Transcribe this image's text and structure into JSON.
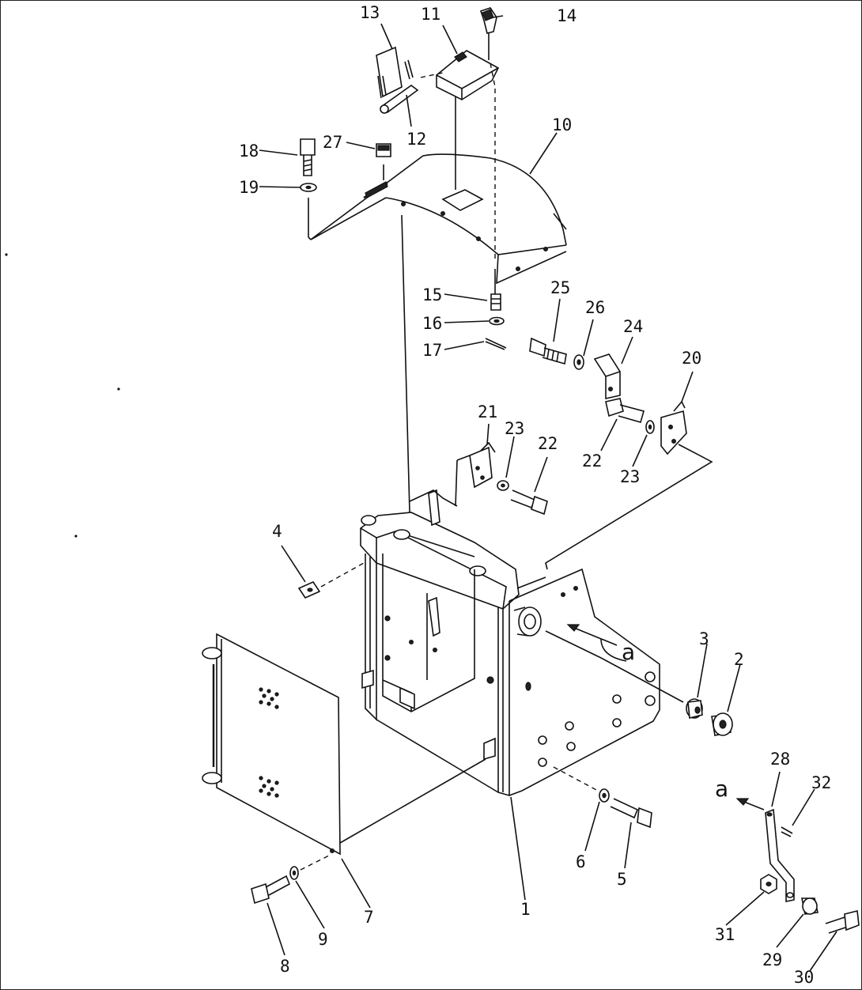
{
  "drawing": {
    "callouts": [
      {
        "id": "c13",
        "text": "13"
      },
      {
        "id": "c11",
        "text": "11"
      },
      {
        "id": "c14",
        "text": "14"
      },
      {
        "id": "c12",
        "text": "12"
      },
      {
        "id": "c10",
        "text": "10"
      },
      {
        "id": "c18",
        "text": "18"
      },
      {
        "id": "c27",
        "text": "27"
      },
      {
        "id": "c19",
        "text": "19"
      },
      {
        "id": "c15",
        "text": "15"
      },
      {
        "id": "c16",
        "text": "16"
      },
      {
        "id": "c17",
        "text": "17"
      },
      {
        "id": "c25",
        "text": "25"
      },
      {
        "id": "c26",
        "text": "26"
      },
      {
        "id": "c24",
        "text": "24"
      },
      {
        "id": "c20",
        "text": "20"
      },
      {
        "id": "c21",
        "text": "21"
      },
      {
        "id": "c23a",
        "text": "23"
      },
      {
        "id": "c22a",
        "text": "22"
      },
      {
        "id": "c22b",
        "text": "22"
      },
      {
        "id": "c23b",
        "text": "23"
      },
      {
        "id": "c4",
        "text": "4"
      },
      {
        "id": "c3",
        "text": "3"
      },
      {
        "id": "c2",
        "text": "2"
      },
      {
        "id": "c28",
        "text": "28"
      },
      {
        "id": "c32",
        "text": "32"
      },
      {
        "id": "c6",
        "text": "6"
      },
      {
        "id": "c5",
        "text": "5"
      },
      {
        "id": "c7",
        "text": "7"
      },
      {
        "id": "c1",
        "text": "1"
      },
      {
        "id": "c9",
        "text": "9"
      },
      {
        "id": "c8",
        "text": "8"
      },
      {
        "id": "c31",
        "text": "31"
      },
      {
        "id": "c29",
        "text": "29"
      },
      {
        "id": "c30",
        "text": "30"
      }
    ],
    "view_marks": [
      {
        "id": "va1",
        "text": "a"
      },
      {
        "id": "va2",
        "text": "a"
      }
    ]
  }
}
